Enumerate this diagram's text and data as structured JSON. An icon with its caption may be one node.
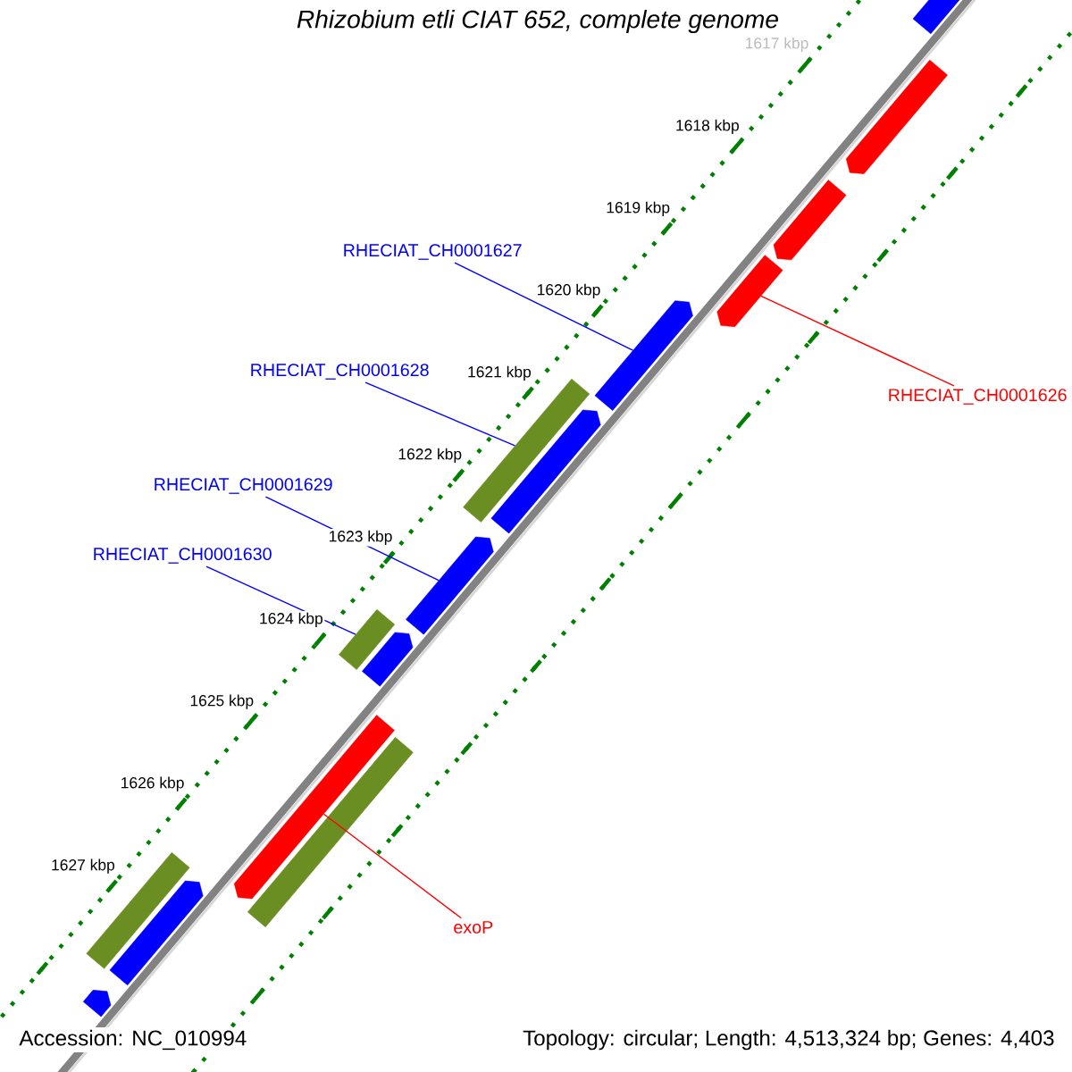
{
  "diagram": {
    "title": "Rhizobium etli CIAT 652, complete genome",
    "nodes": [
      {
        "text": [
          "RHECIAT_CH0001627"
        ]
      },
      {
        "text": [
          "RHECIAT_CH0001628"
        ]
      },
      {
        "text": [
          "RHECIAT_CH0001626"
        ]
      },
      {
        "text": [
          "RHECIAT_CH0001629"
        ]
      },
      {
        "text": [
          "RHECIAT_CH0001630"
        ]
      },
      {
        "text": [
          "exoP"
        ]
      },
      {
        "text": [],
        "shape": "arrow"
      },
      {
        "text": [],
        "shape": "arrow"
      },
      {
        "text": [],
        "shape": "arrow"
      },
      {
        "text": [],
        "shape": "arrow"
      },
      {
        "text": [],
        "shape": "arrow"
      },
      {
        "text": [],
        "shape": "bar"
      },
      {
        "text": [],
        "shape": "arrow"
      },
      {
        "text": [],
        "shape": "arrow"
      },
      {
        "text": [],
        "shape": "bar"
      },
      {
        "text": [],
        "shape": "arrow"
      },
      {
        "text": [],
        "shape": "arrow"
      },
      {
        "text": [],
        "shape": "bar"
      },
      {
        "text": [],
        "shape": "bar"
      },
      {
        "text": [],
        "shape": "arrow"
      },
      {
        "text": [],
        "shape": "arrow"
      }
    ],
    "edges": [
      {
        "from": 0,
        "to": 10,
        "arrow": "none"
      },
      {
        "from": 1,
        "to": 11,
        "arrow": "none"
      },
      {
        "from": 2,
        "to": 9,
        "arrow": "none",
        "color": "#ff0000"
      },
      {
        "from": 3,
        "to": 13,
        "arrow": "none"
      },
      {
        "from": 4,
        "to": 14,
        "arrow": "none"
      },
      {
        "from": 5,
        "to": 16,
        "arrow": "none",
        "color": "#ff0000"
      }
    ],
    "labels": [
      "1617 kbp",
      "1618 kbp",
      "1619 kbp",
      "1620 kbp",
      "1621 kbp",
      "1622 kbp",
      "1623 kbp",
      "1624 kbp",
      "1625 kbp",
      "1626 kbp",
      "1627 kbp",
      "Accession: NC_010994",
      "Topology: circular; Length: 4,513,324 bp; Genes: 4,403"
    ]
  }
}
